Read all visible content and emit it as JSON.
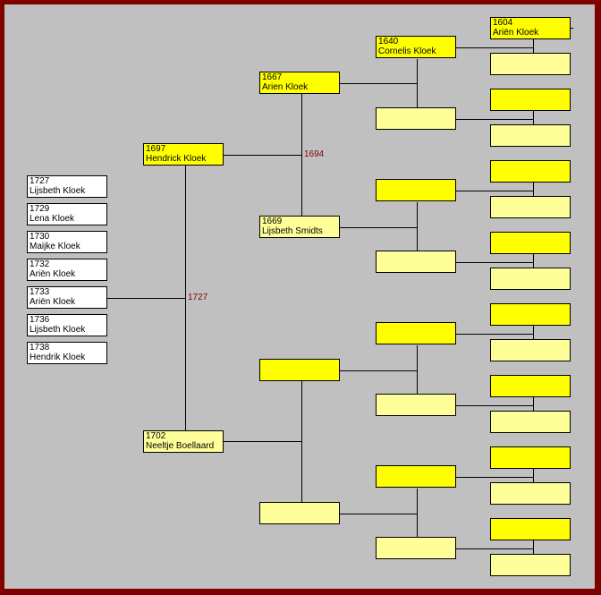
{
  "children": [
    {
      "year": "1727",
      "name": "Lijsbeth Kloek"
    },
    {
      "year": "1729",
      "name": "Lena Kloek"
    },
    {
      "year": "1730",
      "name": "Maijke Kloek"
    },
    {
      "year": "1732",
      "name": "Ariën Kloek"
    },
    {
      "year": "1733",
      "name": "Ariën Kloek"
    },
    {
      "year": "1736",
      "name": "Lijsbeth Kloek"
    },
    {
      "year": "1738",
      "name": "Hendrik Kloek"
    }
  ],
  "gen1": [
    {
      "year": "1697",
      "name": "Hendrick Kloek"
    },
    {
      "year": "1702",
      "name": "Neeltje Boellaard"
    }
  ],
  "gen1_marriage": "1727",
  "gen2": [
    {
      "year": "1667",
      "name": "Arien Kloek"
    },
    {
      "year": "1669",
      "name": "Lijsbeth Smidts"
    },
    {
      "year": "",
      "name": ""
    },
    {
      "year": "",
      "name": ""
    }
  ],
  "gen2_marriage": "1694",
  "gen3": [
    {
      "year": "1640",
      "name": "Cornelis Kloek"
    },
    {
      "year": "",
      "name": ""
    },
    {
      "year": "",
      "name": ""
    },
    {
      "year": "",
      "name": ""
    },
    {
      "year": "",
      "name": ""
    },
    {
      "year": "",
      "name": ""
    },
    {
      "year": "",
      "name": ""
    },
    {
      "year": "",
      "name": ""
    }
  ],
  "gen4": [
    {
      "year": "1604",
      "name": "Ariën Kloek"
    },
    {
      "year": "",
      "name": ""
    },
    {
      "year": "",
      "name": ""
    },
    {
      "year": "",
      "name": ""
    },
    {
      "year": "",
      "name": ""
    },
    {
      "year": "",
      "name": ""
    },
    {
      "year": "",
      "name": ""
    },
    {
      "year": "",
      "name": ""
    },
    {
      "year": "",
      "name": ""
    },
    {
      "year": "",
      "name": ""
    },
    {
      "year": "",
      "name": ""
    },
    {
      "year": "",
      "name": ""
    },
    {
      "year": "",
      "name": ""
    },
    {
      "year": "",
      "name": ""
    },
    {
      "year": "",
      "name": ""
    },
    {
      "year": "",
      "name": ""
    }
  ],
  "colors": {
    "male": "#ffff00",
    "female": "#ffff99",
    "child": "#ffffff",
    "border": "#800000",
    "background": "#c0c0c0"
  }
}
